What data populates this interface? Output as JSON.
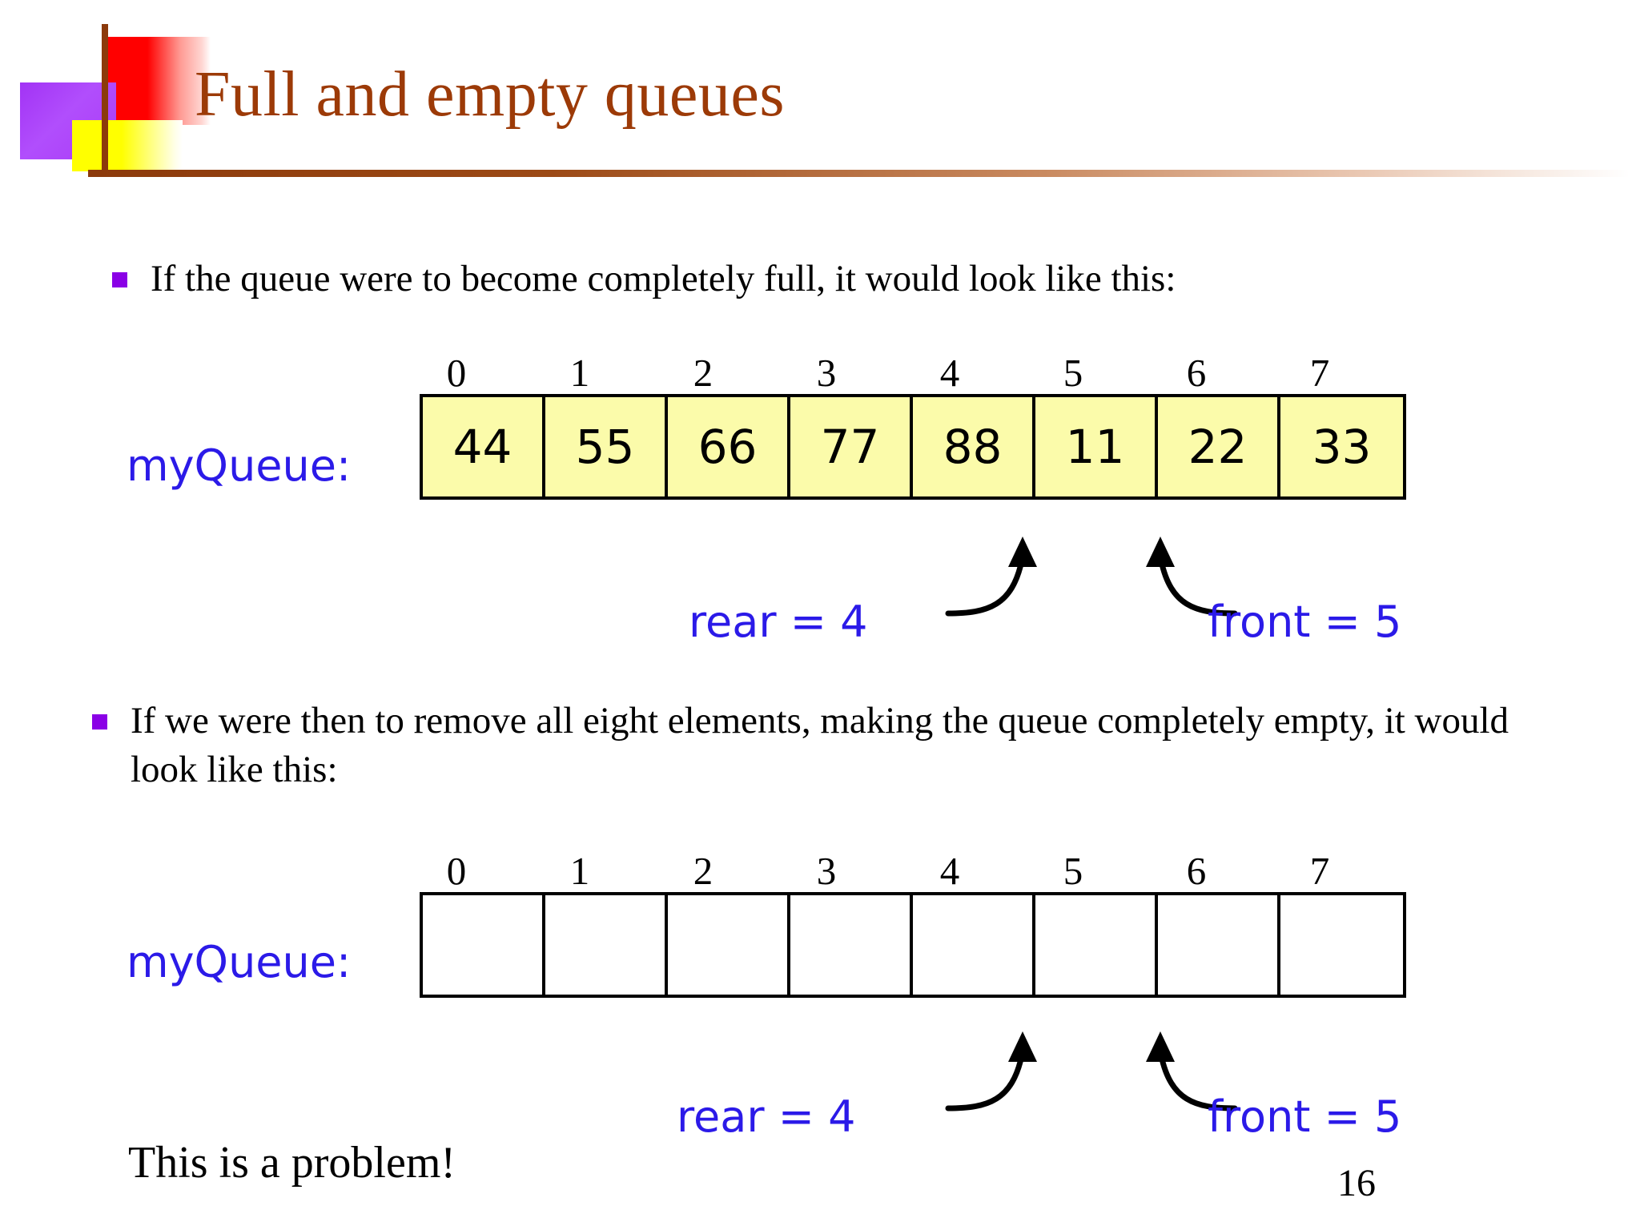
{
  "slide": {
    "title": "Full and empty queues",
    "page_number": "16",
    "closing_line": "This is a problem!",
    "accent_colors": {
      "title": "#9c3a07",
      "bullet": "#8a00e6",
      "annotation": "#2b1ae8",
      "cell_fill": "#fbfbaa",
      "logo_red": "#ff0000",
      "logo_purple": "#a233f5",
      "logo_yellow": "#ffff00",
      "logo_brown": "#8c3a0b"
    }
  },
  "bullets": [
    {
      "text": "If the queue were to become completely full, it would look like this:"
    },
    {
      "text": "If we were then to remove all eight elements, making the queue completely empty, it would look like this:"
    }
  ],
  "diagrams": [
    {
      "name": "full-queue",
      "label": "myQueue:",
      "indices": [
        "0",
        "1",
        "2",
        "3",
        "4",
        "5",
        "6",
        "7"
      ],
      "cells": [
        "44",
        "55",
        "66",
        "77",
        "88",
        "11",
        "22",
        "33"
      ],
      "annotations": [
        {
          "name": "rear",
          "text": "rear = 4",
          "points_to_index": 4
        },
        {
          "name": "front",
          "text": "front = 5",
          "points_to_index": 5
        }
      ]
    },
    {
      "name": "empty-queue",
      "label": "myQueue:",
      "indices": [
        "0",
        "1",
        "2",
        "3",
        "4",
        "5",
        "6",
        "7"
      ],
      "cells": [
        "",
        "",
        "",
        "",
        "",
        "",
        "",
        ""
      ],
      "annotations": [
        {
          "name": "rear",
          "text": "rear = 4",
          "points_to_index": 4
        },
        {
          "name": "front",
          "text": "front = 5",
          "points_to_index": 5
        }
      ]
    }
  ]
}
